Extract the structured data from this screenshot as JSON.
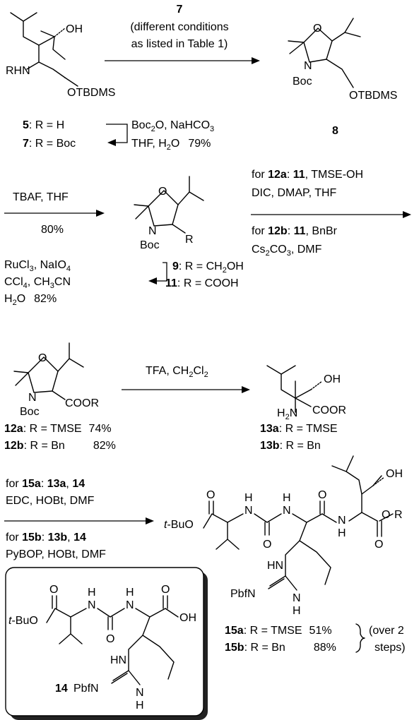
{
  "compounds": {
    "c5": {
      "num": "5",
      "rest": ": R = H"
    },
    "c7": {
      "num": "7",
      "rest": ": R = Boc"
    },
    "c8": {
      "num": "8"
    },
    "c9": {
      "num": "9",
      "rest": ": R = CH",
      "sub": "2",
      "rest2": "OH"
    },
    "c11": {
      "num": "11",
      "rest": ": R = COOH"
    },
    "c12a": {
      "num": "12a",
      "rest": ": R = TMSE",
      "yield": "74%"
    },
    "c12b": {
      "num": "12b",
      "rest": ": R = Bn",
      "yield": "82%"
    },
    "c13a": {
      "num": "13a",
      "rest": ": R = TMSE"
    },
    "c13b": {
      "num": "13b",
      "rest": ": R = Bn"
    },
    "c15a": {
      "num": "15a",
      "rest": ": R = TMSE",
      "yield": "51%"
    },
    "c15b": {
      "num": "15b",
      "rest": ": R = Bn",
      "yield": "88%"
    },
    "c14": {
      "num": "14"
    },
    "over": {
      "line1": "(over 2",
      "line2": "steps)"
    }
  },
  "atoms": {
    "oh": "OH",
    "rhn": "RHN",
    "otbdms": "OTBDMS",
    "o": "O",
    "n": "N",
    "boc": "Boc",
    "r": "R",
    "coor": "COOR",
    "h2n": "H2N",
    "h": "H",
    "hn": "HN",
    "pbfn": "PbfN",
    "tbuo": "-BuO",
    "t": "t"
  },
  "reagents": {
    "r1_num": "7",
    "r1_line2": "(different conditions",
    "r1_line3": "as listed in Table 1)",
    "r2_line1a": "Boc",
    "r2_line1sub": "2",
    "r2_line1b": "O, NaHCO",
    "r2_line1sub2": "3",
    "r2_line2a": "THF, H",
    "r2_line2sub": "2",
    "r2_line2b": "O",
    "r2_yield": "79%",
    "r3_line1": "TBAF, THF",
    "r3_yield": "80%",
    "r4_for": "for ",
    "r4_num": "12a",
    "r4_colon": ": ",
    "r4_reag": "11",
    "r4_rest": ", TMSE-OH",
    "r4_line2": "DIC, DMAP, THF",
    "r5_for": "for ",
    "r5_num": "12b",
    "r5_colon": ": ",
    "r5_reag": "11",
    "r5_rest": ", BnBr",
    "r5_line2a": "Cs",
    "r5_line2sub": "2",
    "r5_line2b": "CO",
    "r5_line2sub2": "3",
    "r5_line2c": ", DMF",
    "r6_line1a": "RuCl",
    "r6_line1sub": "3",
    "r6_line1b": ", NaIO",
    "r6_line1sub2": "4",
    "r6_line2a": "CCl",
    "r6_line2sub": "4",
    "r6_line2b": ", CH",
    "r6_line2sub2": "3",
    "r6_line2c": "CN",
    "r6_line3a": "H",
    "r6_line3sub": "2",
    "r6_line3b": "O",
    "r6_yield": "82%",
    "r7_a": "TFA, CH",
    "r7_sub": "2",
    "r7_b": "Cl",
    "r7_sub2": "2",
    "r8_for": "for ",
    "r8_num": "15a",
    "r8_colon": ": ",
    "r8_reag1": "13a",
    "r8_comma": ", ",
    "r8_reag2": "14",
    "r8_line2": "EDC, HOBt, DMF",
    "r9_for": "for ",
    "r9_num": "15b",
    "r9_colon": ": ",
    "r9_reag1": "13b",
    "r9_comma": ", ",
    "r9_reag2": "14",
    "r9_line2": "PyBOP, HOBt, DMF"
  }
}
